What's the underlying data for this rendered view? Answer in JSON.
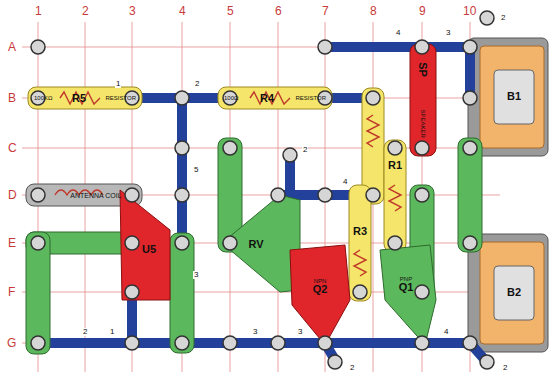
{
  "diagram": {
    "nodes": [
      {
        "text": [
          "100KΩ",
          "R5",
          "RESISTOR"
        ]
      },
      {
        "text": [
          "100Ω",
          "R4",
          "RESISTOR"
        ]
      },
      {
        "text": [
          "SP",
          "SPEAKER"
        ]
      },
      {
        "text": [
          "ANTENNA COIL"
        ]
      },
      {
        "text": [
          "U5"
        ]
      },
      {
        "text": [
          "RV"
        ]
      },
      {
        "text": [
          "NPN",
          "Q2"
        ]
      },
      {
        "text": [
          "PNP",
          "Q1"
        ]
      },
      {
        "text": [
          "R3"
        ]
      },
      {
        "text": [
          "R1"
        ]
      },
      {
        "text": [
          "B1"
        ]
      },
      {
        "text": [
          "B2"
        ]
      }
    ],
    "labels": [
      "1",
      "2",
      "3",
      "4",
      "5",
      "6",
      "7",
      "8",
      "9",
      "10",
      "A",
      "B",
      "C",
      "D",
      "E",
      "F",
      "G",
      "4",
      "2",
      "3",
      "2",
      "1",
      "2",
      "4",
      "2",
      "1",
      "3",
      "3",
      "4",
      "2",
      "2",
      "5",
      "3"
    ]
  }
}
